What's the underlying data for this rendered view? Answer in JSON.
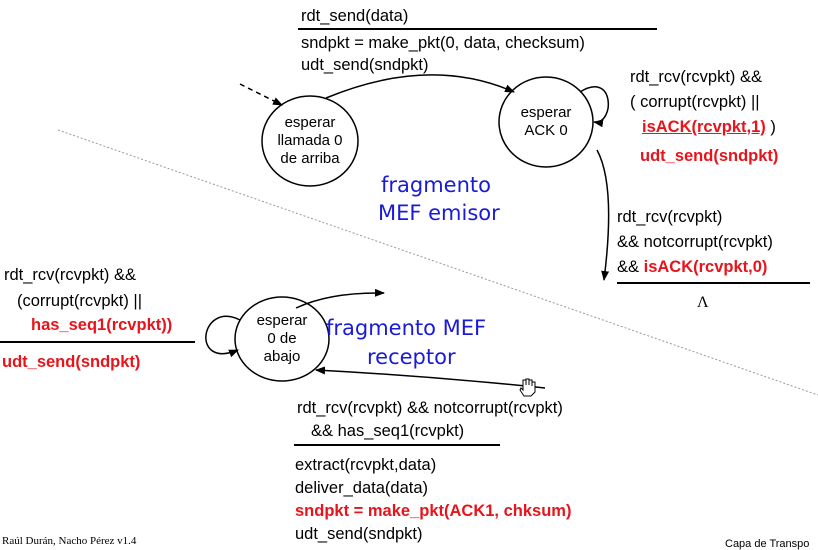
{
  "states": {
    "esperar_llamada_0": [
      "esperar",
      "llamada 0",
      "de arriba"
    ],
    "esperar_ack_0": [
      "esperar",
      "ACK 0"
    ],
    "esperar_0_de_abajo": [
      "esperar",
      "0 de",
      "abajo"
    ]
  },
  "top_transition": {
    "event": "rdt_send(data)",
    "actions": [
      "sndpkt = make_pkt(0, data, checksum)",
      "udt_send(sndpkt)"
    ]
  },
  "ack0_self_loop": {
    "event_lines": [
      "rdt_rcv(rcvpkt) &&",
      "( corrupt(rcvpkt) ||"
    ],
    "event_red": "isACK(rcvpkt,1)",
    "event_tail": " )",
    "action": "udt_send(sndpkt)"
  },
  "ack0_exit": {
    "event_lines": [
      "rdt_rcv(rcvpkt)",
      "&& notcorrupt(rcvpkt)"
    ],
    "event_prefix": "&& ",
    "event_red": "isACK(rcvpkt,0)",
    "action": "Λ"
  },
  "receiver_self_loop": {
    "event_lines": [
      "rdt_rcv(rcvpkt) &&",
      "(corrupt(rcvpkt) ||"
    ],
    "event_red": "has_seq1(rcvpkt))",
    "action": "udt_send(sndpkt)"
  },
  "receiver_bottom": {
    "event_lines": [
      "rdt_rcv(rcvpkt) && notcorrupt(rcvpkt)",
      "&& has_seq1(rcvpkt)"
    ],
    "actions": [
      "extract(rcvpkt,data)",
      "deliver_data(data)"
    ],
    "action_red": "sndpkt = make_pkt(ACK1, chksum)",
    "action_last": "udt_send(sndpkt)"
  },
  "labels": {
    "sender": [
      "fragmento",
      "MEF emisor"
    ],
    "receiver": [
      "fragmento MEF",
      "receptor"
    ]
  },
  "footer": {
    "authors": "Raúl Durán, Nacho Pérez v1.4",
    "course": "Capa de Transpo"
  },
  "colors": {
    "red": "#e8141b",
    "blue": "#1a1ad8",
    "divider": "#999999"
  }
}
